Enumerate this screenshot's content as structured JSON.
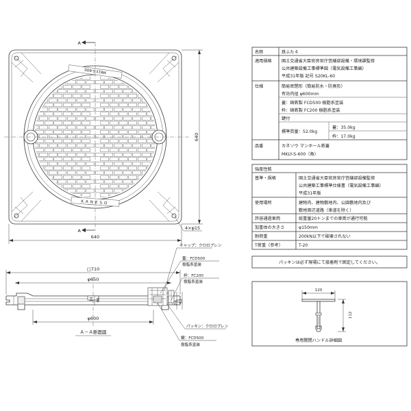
{
  "spec_table": {
    "rows": [
      {
        "label": "名称",
        "value": "鉄ふた４"
      },
      {
        "label": "適用規格",
        "value_lines": [
          "国土交通省大臣官房官庁営繕部設備・環境課監修",
          "公共建築設備工事標準図（電気設備工事編）",
          "平成31年版 記号 S20KL-60"
        ]
      },
      {
        "label": "仕様",
        "items": [
          {
            "text": "簡易密閉形（簡易防水・防臭形）"
          },
          {
            "text": "有効内径 φ600mm"
          },
          {
            "text": "蓋：鋳鉄製 FCD500 樹脂系塗装"
          },
          {
            "text": "枠：鋳鉄製 FC200 樹脂系塗装"
          },
          {
            "text": "鍵付"
          },
          {
            "text": "標準質量：52.0kg",
            "sub": [
              "蓋：35.0kg",
              "枠：17.0kg"
            ]
          }
        ]
      },
      {
        "label": "品番",
        "value_lines": [
          "カネソウ マンホール鉄蓋",
          "MKLY-S-600（角）"
        ]
      }
    ]
  },
  "strength_table": {
    "header": "強度性能",
    "rows": [
      {
        "label": "基準・規格",
        "value_lines": [
          "国土交通省大臣官房官庁営繕部設備監修",
          "公共建築工事標準仕様書（電気設備工事編）",
          "平成31年版"
        ]
      },
      {
        "label": "使用場所",
        "value_lines": [
          "建物内、建物敷地内、公園敷地内及び",
          "敷地周辺道路（車道を除く）"
        ]
      },
      {
        "label": "許容通過車両",
        "value_lines": [
          "総重量20トンまでの車両が通行可能"
        ]
      },
      {
        "label": "加重体の大きさ",
        "value_lines": [
          "φ150mm"
        ]
      },
      {
        "label": "耐荷重",
        "value_lines": [
          "200kN以下で破壊されない"
        ]
      },
      {
        "label": "T荷重（参考）",
        "value_lines": [
          "T-20"
        ]
      }
    ]
  },
  "note": "パッキンは必ず現場にて接着剤で固定してください。",
  "plan_view": {
    "section_marker": "A",
    "cover_text_top": "MKLY-S-600",
    "cover_text_bottom": "KANESO",
    "dim_width": "640",
    "dim_height": "640",
    "dim_holes": "4×φ15"
  },
  "section_view": {
    "dim_outer": "□710",
    "dim_650": "φ650",
    "dim_600": "φ600",
    "dim_10": "10",
    "dim_90": "90",
    "dim_24": "24",
    "dim_50": "50",
    "caption": "Ａ－Ａ断面図",
    "callouts": {
      "cap": "キャップ：クロロプレン",
      "cover_mat": "蓋：FCD500",
      "cover_coat": "樹脂系塗装",
      "frame_mat": "枠：FC200",
      "frame_coat": "樹脂系塗装",
      "packing": "パッキン：クロロプレン",
      "key_mat": "鍵：FCD500",
      "key_coat": "樹脂系塗装"
    }
  },
  "handle_view": {
    "dim_width": "120",
    "dim_height": "112",
    "caption": "専用開閉ハンドル詳細図"
  }
}
